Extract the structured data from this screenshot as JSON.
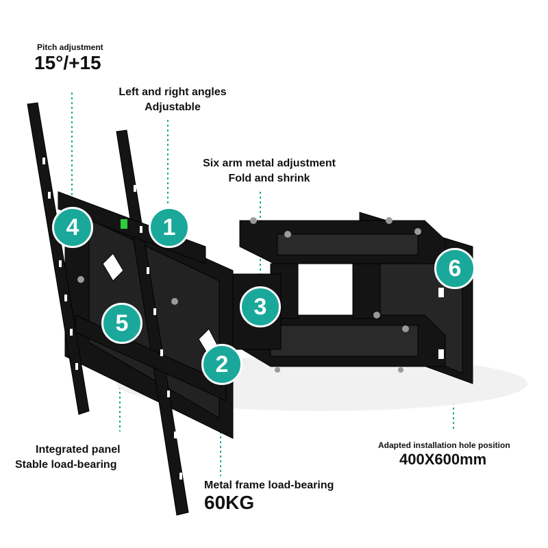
{
  "callouts": {
    "pitch": {
      "label": "Pitch adjustment",
      "value": "15°/+15"
    },
    "angles": {
      "line1": "Left and right angles",
      "line2": "Adjustable"
    },
    "arm": {
      "line1": "Six arm metal adjustment",
      "line2": "Fold and shrink"
    },
    "panel": {
      "line1": "Integrated panel",
      "line2": "Stable load-bearing"
    },
    "frame": {
      "label": "Metal frame load-bearing",
      "value": "60KG"
    },
    "holes": {
      "label": "Adapted installation hole position",
      "value": "400X600mm"
    }
  },
  "badges": [
    "1",
    "2",
    "3",
    "4",
    "5",
    "6"
  ],
  "colors": {
    "accent": "#1aa89a",
    "metal": "#111111",
    "background": "#ffffff"
  }
}
